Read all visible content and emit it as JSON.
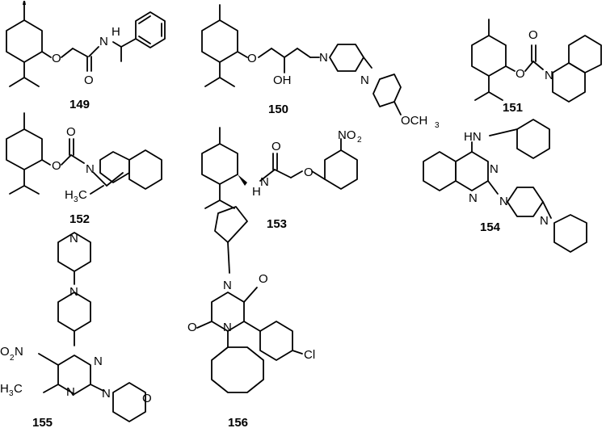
{
  "compounds": [
    {
      "id": "149",
      "atoms": [
        "O",
        "O",
        "N",
        "H"
      ]
    },
    {
      "id": "150",
      "atoms": [
        "O",
        "OH",
        "N",
        "N",
        "OCH",
        "3"
      ]
    },
    {
      "id": "151",
      "atoms": [
        "O",
        "O",
        "N"
      ]
    },
    {
      "id": "152",
      "atoms": [
        "O",
        "O",
        "N",
        "H",
        "3",
        "C"
      ]
    },
    {
      "id": "153",
      "atoms": [
        "O",
        "NO",
        "2",
        "H",
        "N",
        "O"
      ]
    },
    {
      "id": "154",
      "atoms": [
        "HN",
        "N",
        "N",
        "N",
        "N"
      ]
    },
    {
      "id": "155",
      "atoms": [
        "N",
        "N",
        "O",
        "2",
        "N",
        "N",
        "N",
        "H",
        "3",
        "C",
        "N",
        "O"
      ]
    },
    {
      "id": "156",
      "atoms": [
        "N",
        "O",
        "O",
        "N",
        "Cl"
      ]
    }
  ]
}
